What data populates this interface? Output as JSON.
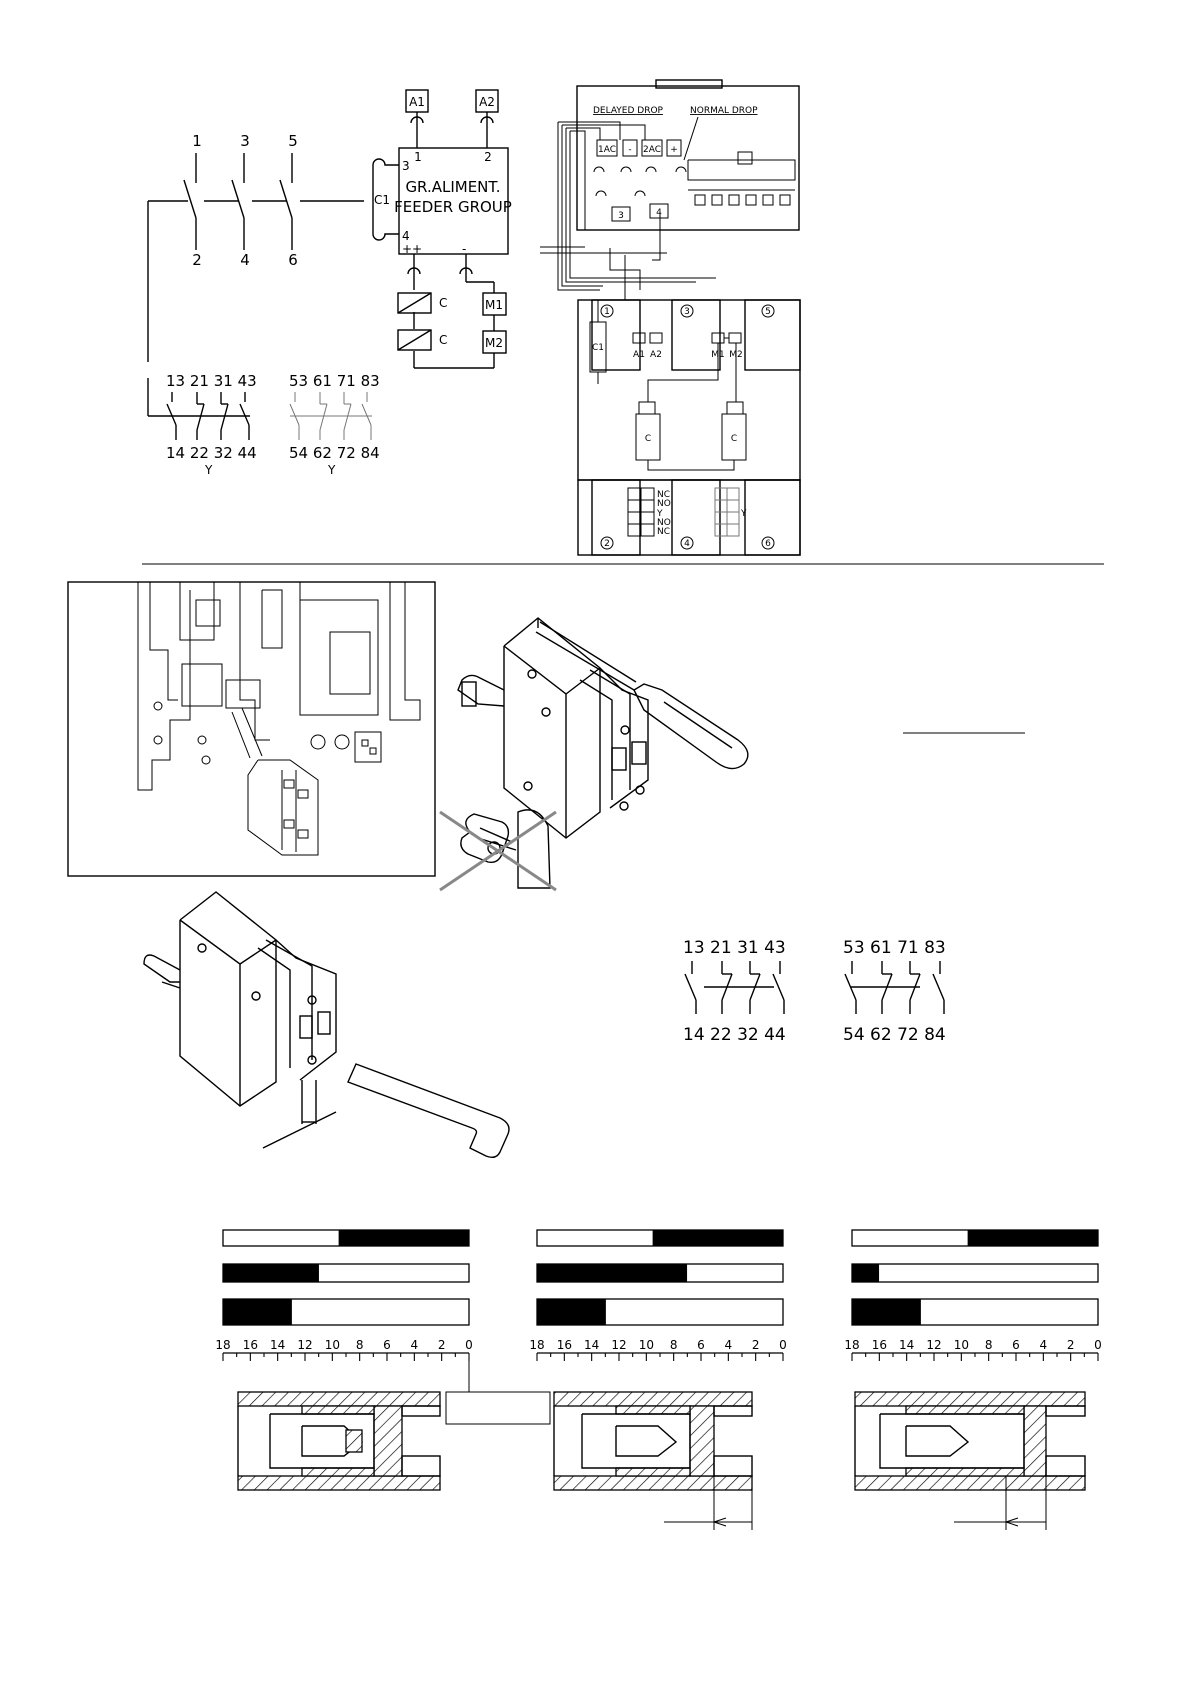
{
  "schematic": {
    "power_terminals_top": [
      "1",
      "3",
      "5"
    ],
    "power_terminals_bottom": [
      "2",
      "4",
      "6"
    ],
    "supply_terminals": [
      "A1",
      "A2"
    ],
    "supply_pin_numbers": [
      "1",
      "2"
    ],
    "feeder_pins": [
      "3",
      "4"
    ],
    "feeder_label": "C1",
    "feeder_group_line1": "GR.ALIMENT.",
    "feeder_group_line2": "FEEDER GROUP",
    "feeder_polarity": [
      "+",
      "+",
      "-"
    ],
    "coils": [
      "C",
      "C"
    ],
    "motor_terminals": [
      "M1",
      "M2"
    ],
    "aux_top_left": "13 21 31 43",
    "aux_bottom_left": "14 22 32 44",
    "aux_top_right": "53 61 71 83",
    "aux_bottom_right": "54 62 72 84",
    "aux_group_label": "Y"
  },
  "wiring_view": {
    "delayed_drop": "DELAYED DROP",
    "normal_drop": "NORMAL DROP",
    "terminals": [
      "1AC",
      "-",
      "2AC",
      "+"
    ],
    "relay_pins": [
      "3",
      "4"
    ],
    "pole_numbers_top": [
      "1",
      "3",
      "5"
    ],
    "pole_numbers_bottom": [
      "2",
      "4",
      "6"
    ],
    "component_label": "C1",
    "supply_labels": [
      "A1",
      "A2"
    ],
    "motor_labels": [
      "M1",
      "M2"
    ],
    "coil_labels": [
      "C",
      "C"
    ],
    "contact_labels": [
      "NC",
      "NO",
      "Y",
      "NO",
      "NC"
    ],
    "contact_label_right": "Y"
  },
  "aux_contacts": {
    "left_top": "13 21 31 43",
    "left_bottom": "14 22 32 44",
    "right_top": "53 61 71 83",
    "right_bottom": "54 62 72 84"
  },
  "scales": {
    "ticks": [
      "18",
      "16",
      "14",
      "12",
      "10",
      "8",
      "6",
      "4",
      "2",
      "0"
    ],
    "gauges": [
      {
        "bars": [
          0.53,
          0.39,
          0.28
        ]
      },
      {
        "bars": [
          0.53,
          0.61,
          0.28
        ]
      },
      {
        "bars": [
          0.53,
          0.11,
          0.28
        ]
      }
    ]
  },
  "colors": {
    "ink": "#000000",
    "ghost": "#777777",
    "paper": "#ffffff"
  }
}
